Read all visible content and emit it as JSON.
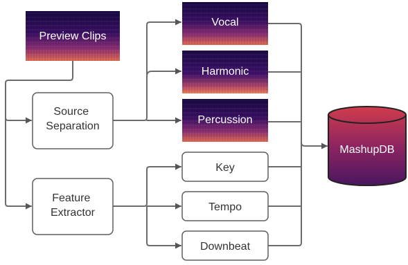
{
  "nodes": {
    "preview_clips": "Preview Clips",
    "source_separation": [
      "Source",
      "Separation"
    ],
    "feature_extractor": [
      "Feature",
      "Extractor"
    ],
    "vocal": "Vocal",
    "harmonic": "Harmonic",
    "percussion": "Percussion",
    "key": "Key",
    "tempo": "Tempo",
    "downbeat": "Downbeat",
    "mashupdb": "MashupDB"
  },
  "colors": {
    "spectrogram_dark": "#1f0a4a",
    "spectrogram_mid": "#7a2a7a",
    "spectrogram_hot": "#e8655a",
    "database_top": "#c8384a",
    "database_bottom": "#4a1660",
    "connector": "#6b6b6b"
  }
}
